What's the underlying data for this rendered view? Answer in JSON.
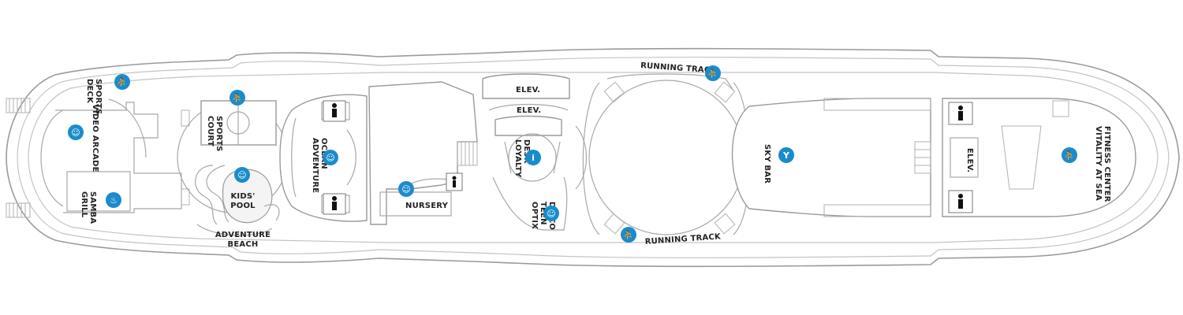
{
  "labels": {
    "sports_deck": [
      "SPORTS",
      "DECK"
    ],
    "video_arcade": "VIDEO ARCADE",
    "samba_grill": [
      "SAMBA",
      "GRILL"
    ],
    "sports_court": [
      "SPORTS",
      "COURT"
    ],
    "kids_pool": [
      "KIDS'",
      "POOL"
    ],
    "adventure_beach": [
      "ADVENTURE",
      "BEACH"
    ],
    "adventure_ocean": [
      "ADVENTURE",
      "OCEAN"
    ],
    "nursery": "NURSERY",
    "elev_top": "ELEV.",
    "elev_mid": "ELEV.",
    "loyalty_desk": [
      "LOYALTY",
      "DESK"
    ],
    "optix": [
      "OPTIX",
      "TEEN",
      "DISCO"
    ],
    "running_track_top": "RUNNING TRACK",
    "running_track_bottom": "RUNNING TRACK",
    "sky_bar": "SKY BAR",
    "elev_right": "ELEV.",
    "vitality": [
      "VITALITY AT SEA",
      "FITNESS CENTER"
    ]
  },
  "icons": [
    {
      "id": "sports-deck",
      "name": "sports-icon",
      "glyph": "⛹"
    },
    {
      "id": "video-arcade",
      "name": "arcade-icon",
      "glyph": "☺"
    },
    {
      "id": "samba-grill",
      "name": "dining-icon",
      "glyph": "♨"
    },
    {
      "id": "sports-court",
      "name": "basketball-icon",
      "glyph": "⛹"
    },
    {
      "id": "kids-pool",
      "name": "kids-icon",
      "glyph": "☺"
    },
    {
      "id": "adventure-ocean",
      "name": "kids-icon",
      "glyph": "☺"
    },
    {
      "id": "nursery",
      "name": "nursery-icon",
      "glyph": "☺"
    },
    {
      "id": "loyalty-desk",
      "name": "info-icon",
      "glyph": "i"
    },
    {
      "id": "optix",
      "name": "teen-icon",
      "glyph": "☺"
    },
    {
      "id": "running-track-top",
      "name": "running-icon",
      "glyph": "⛹"
    },
    {
      "id": "running-track-bottom",
      "name": "running-icon",
      "glyph": "⛹"
    },
    {
      "id": "sky-bar",
      "name": "cocktail-icon",
      "glyph": "Y"
    },
    {
      "id": "vitality",
      "name": "fitness-icon",
      "glyph": "⛹"
    }
  ]
}
